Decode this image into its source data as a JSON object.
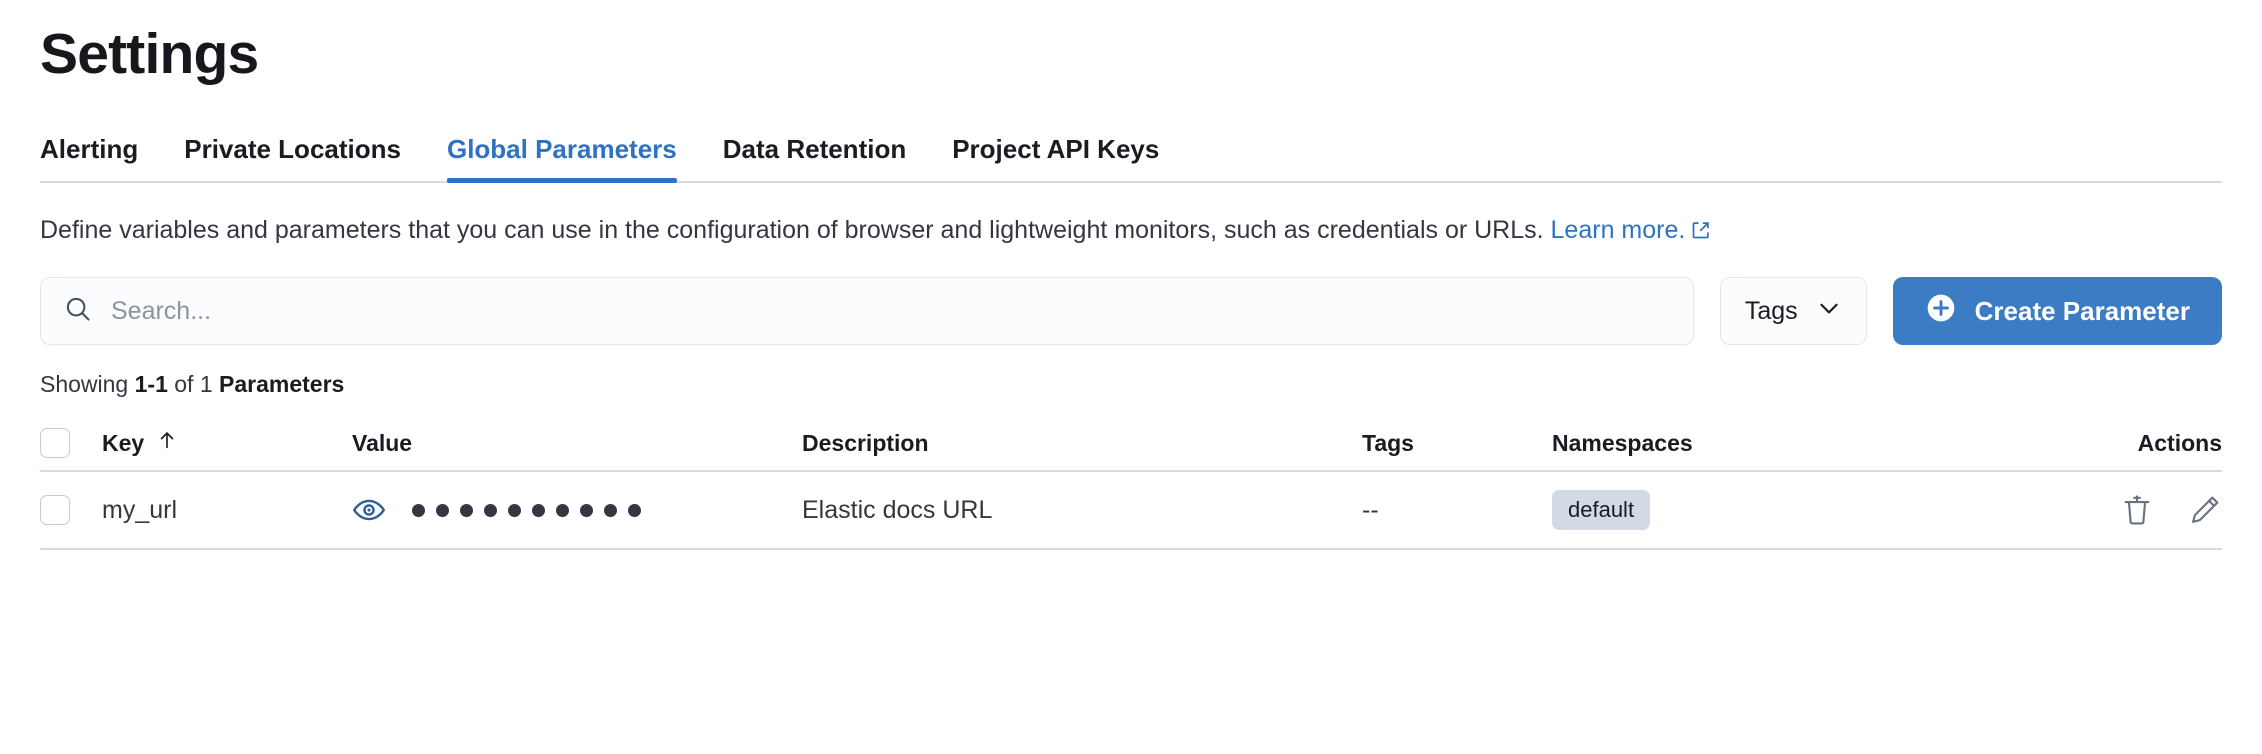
{
  "header": {
    "title": "Settings"
  },
  "tabs": [
    {
      "label": "Alerting",
      "active": false
    },
    {
      "label": "Private Locations",
      "active": false
    },
    {
      "label": "Global Parameters",
      "active": true
    },
    {
      "label": "Data Retention",
      "active": false
    },
    {
      "label": "Project API Keys",
      "active": false
    }
  ],
  "description": {
    "text": "Define variables and parameters that you can use in the configuration of browser and lightweight monitors, such as credentials or URLs. ",
    "link_label": "Learn more.",
    "link_icon": "external-link-icon"
  },
  "toolbar": {
    "search_placeholder": "Search...",
    "search_value": "",
    "search_icon": "search-icon",
    "tags_label": "Tags",
    "tags_chevron_icon": "chevron-down-icon",
    "create_label": "Create Parameter",
    "create_icon": "plus-circle-icon",
    "accent_color": "#3b7cc4"
  },
  "results": {
    "prefix": "Showing ",
    "range": "1-1",
    "middle": " of 1 ",
    "noun": "Parameters"
  },
  "table": {
    "columns": [
      {
        "label": "Key",
        "sort_icon": "arrow-up-icon"
      },
      {
        "label": "Value",
        "sort_icon": ""
      },
      {
        "label": "Description",
        "sort_icon": ""
      },
      {
        "label": "Tags",
        "sort_icon": ""
      },
      {
        "label": "Namespaces",
        "sort_icon": ""
      },
      {
        "label": "Actions",
        "sort_icon": ""
      }
    ],
    "rows": [
      {
        "key": "my_url",
        "value_masked": "••••••••••",
        "value_dot_count": 10,
        "value_toggle_icon": "eye-icon",
        "description": "Elastic docs URL",
        "tags": "--",
        "namespace": "default",
        "actions": [
          "trash-icon",
          "pencil-icon"
        ]
      }
    ]
  },
  "colors": {
    "link": "#2f72c4",
    "text": "#343741",
    "border": "#d3dae6",
    "badge_bg": "#d3dae6"
  }
}
